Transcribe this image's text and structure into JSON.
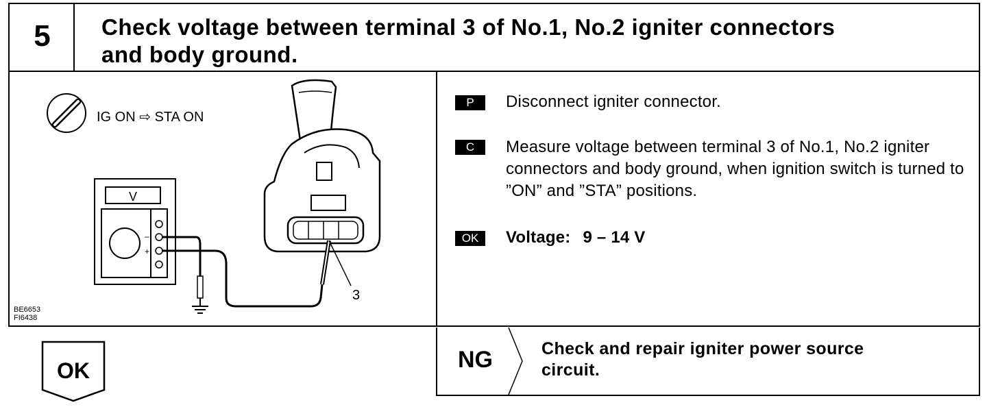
{
  "step": {
    "number": "5",
    "title": "Check voltage between terminal 3 of No.1, No.2 igniter connectors\nand body ground."
  },
  "diagram": {
    "ignition_label": "IG ON ⇨ STA ON",
    "meter_label": "V",
    "minus_sign": "–",
    "plus_sign": "+",
    "terminal_label": "3",
    "figure_codes": [
      "BE6653",
      "FI6438"
    ]
  },
  "instructions": [
    {
      "tag": "P",
      "text": "Disconnect igniter connector."
    },
    {
      "tag": "C",
      "text": "Measure voltage between terminal 3 of No.1, No.2 igniter connectors and body ground, when ignition switch is turned to ”ON” and ”STA” positions."
    },
    {
      "tag": "OK",
      "label": "Voltage:",
      "value": "9 – 14 V"
    }
  ],
  "result": {
    "ok_label": "OK",
    "ng_label": "NG",
    "ng_text": "Check and repair igniter power source\ncircuit."
  }
}
